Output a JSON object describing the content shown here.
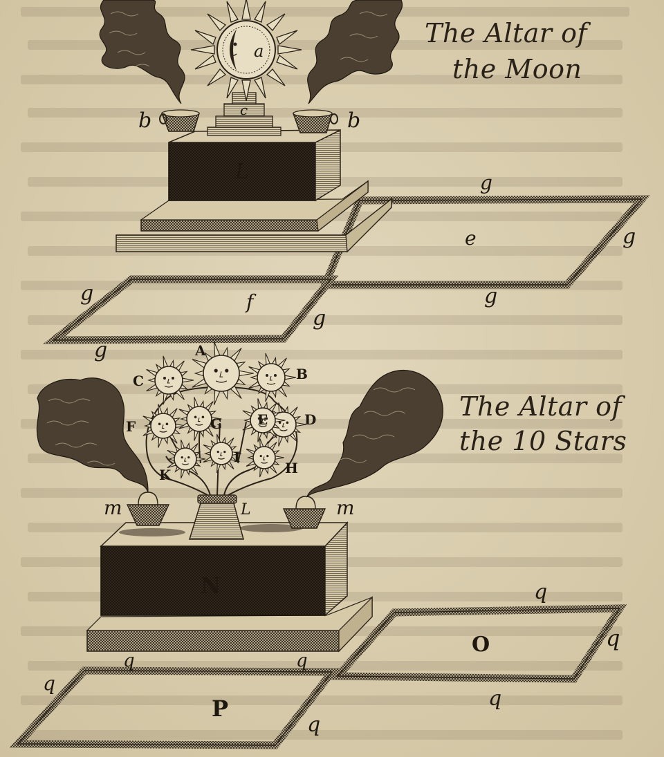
{
  "moon_altar": {
    "title_line1": "The Altar of",
    "title_line2": "the Moon",
    "labels": {
      "sun": "a",
      "cup_left": "b",
      "cup_right": "b",
      "steps": "c",
      "altar_front": "L",
      "field_right": "e",
      "field_left": "f",
      "g_top": "g",
      "g_right": "g",
      "g_left_top": "g",
      "g_mid_right": "g",
      "g_mid_low": "g",
      "g_bottom": "g"
    }
  },
  "stars_altar": {
    "title_line1": "The Altar of",
    "title_line2": "the 10 Stars",
    "stars": [
      "A",
      "B",
      "C",
      "D",
      "E",
      "F",
      "G",
      "H",
      "I",
      "K"
    ],
    "labels": {
      "stand": "L",
      "cup_left": "m",
      "cup_right": "m",
      "altar_front": "N",
      "field_right": "O",
      "field_left": "P",
      "q_top": "q",
      "q_right": "q",
      "q_mid_left": "q",
      "q_mid_center": "q",
      "q_lower_right": "q",
      "q_left": "q",
      "q_mid_low": "q"
    }
  },
  "colors": {
    "paper": "#ddd1b2",
    "ink": "#2a2218"
  }
}
